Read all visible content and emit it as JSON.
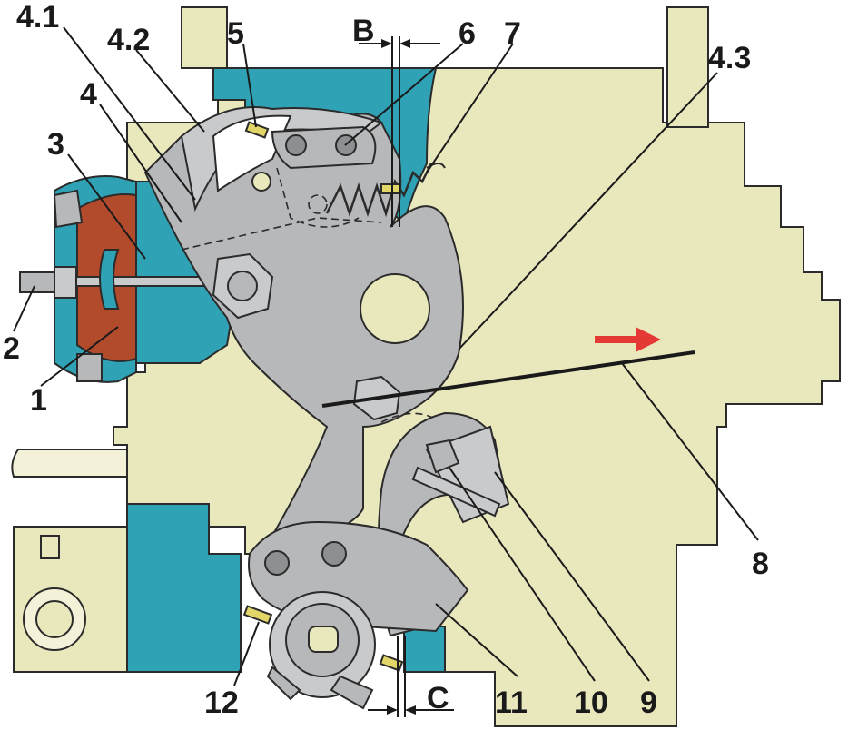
{
  "labels": {
    "l4_1": "4.1",
    "l4_2": "4.2",
    "l5": "5",
    "lB": "B",
    "l6": "6",
    "l7": "7",
    "l4_3": "4.3",
    "l4": "4",
    "l3": "3",
    "l2": "2",
    "l1": "1",
    "l8": "8",
    "l12": "12",
    "lC": "C",
    "l11": "11",
    "l10": "10",
    "l9": "9"
  },
  "colors": {
    "body": "#e9e8bd",
    "teal": "#2fa3b5",
    "metal": "#b7b8ba",
    "membrane": "#b24a2c",
    "spring": "#e2d668",
    "arrow": "#e53935",
    "ink": "#1a1a1a"
  }
}
